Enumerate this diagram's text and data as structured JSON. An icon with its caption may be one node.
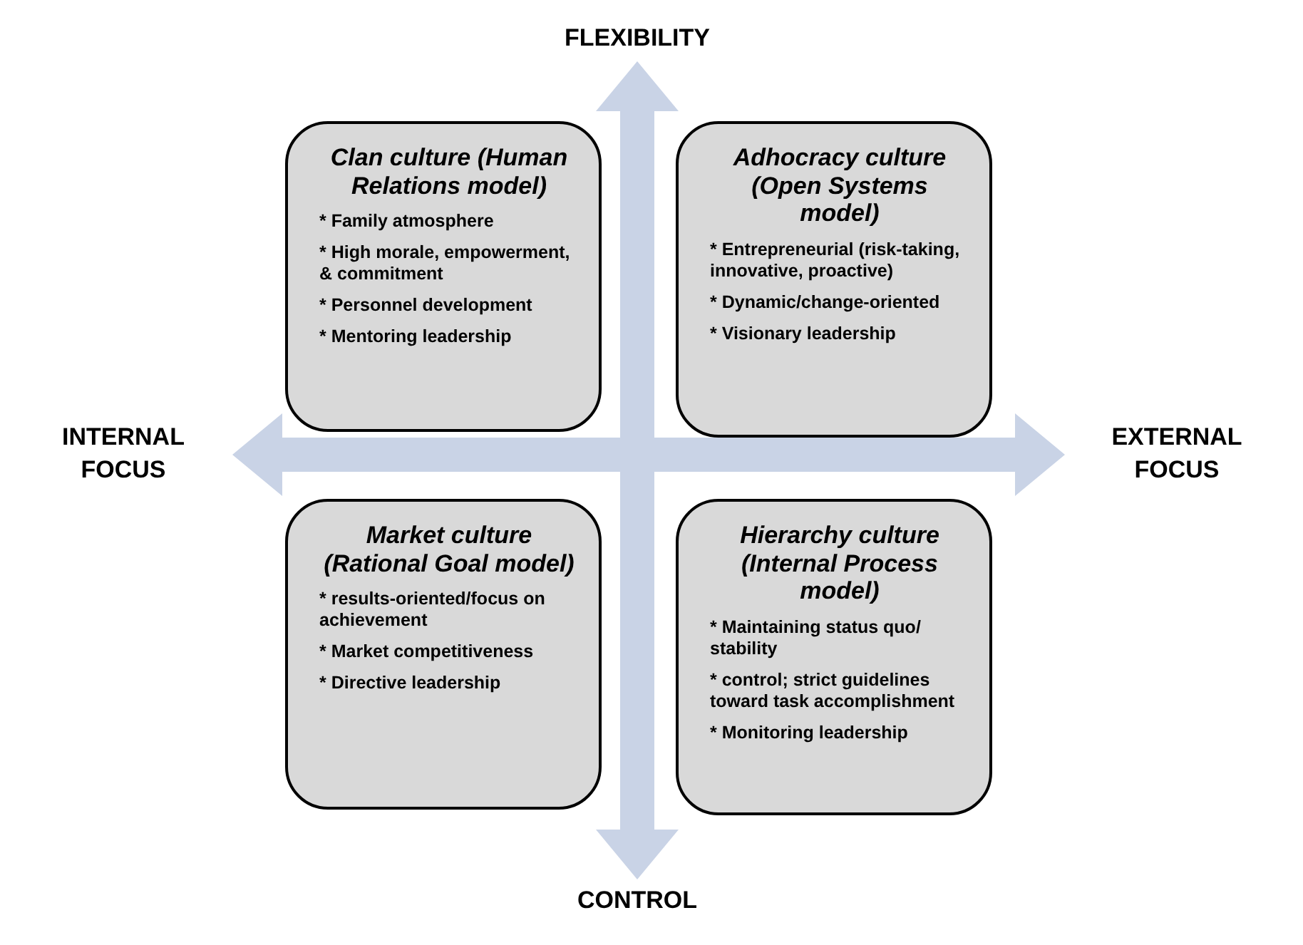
{
  "diagram": {
    "nodes": [
      {
        "text": [
          "Clan culture (Human Relations model)",
          "* Family atmosphere",
          "* High morale, empowerment, & commitment",
          "* Personnel development",
          "* Mentoring leadership"
        ]
      },
      {
        "text": [
          "Adhocracy culture (Open Systems model)",
          "* Entrepreneurial (risk-taking, innovative, proactive)",
          "* Dynamic/change-oriented",
          "* Visionary leadership"
        ]
      },
      {
        "text": [
          "Market culture (Rational Goal model)",
          "* results-oriented/focus on achievement",
          "* Market competitiveness",
          "* Directive leadership"
        ]
      },
      {
        "text": [
          "Hierarchy culture (Internal Process model)",
          "* Maintaining status quo/ stability",
          "* control; strict guidelines toward task accomplishment",
          "* Monitoring leadership"
        ]
      },
      {
        "text": [
          "FLEXIBILITY"
        ]
      },
      {
        "text": [
          "INTERNAL FOCUS"
        ]
      },
      {
        "text": [
          "EXTERNAL FOCUS"
        ]
      },
      {
        "text": [
          "CONTROL"
        ]
      }
    ],
    "edges": [
      {
        "from": 4,
        "to": 7,
        "arrow": "both"
      },
      {
        "from": 5,
        "to": 6,
        "arrow": "both"
      }
    ]
  }
}
